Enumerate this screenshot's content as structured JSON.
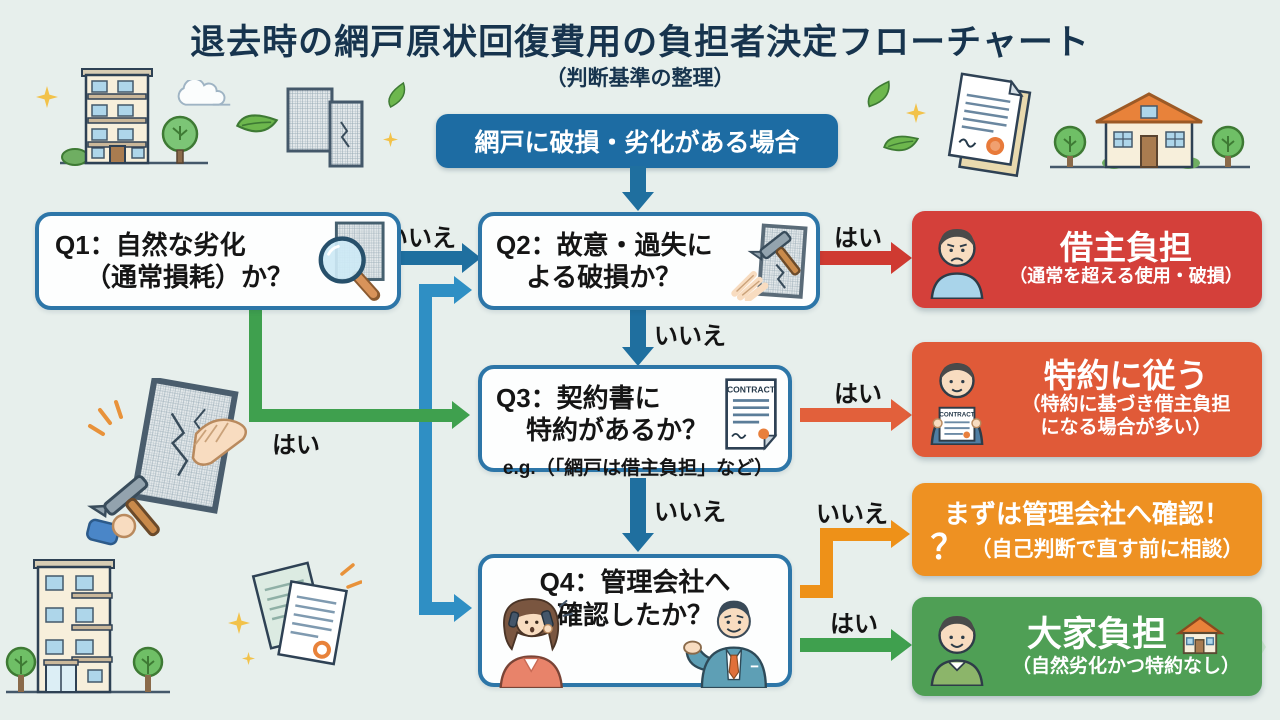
{
  "title": "退去時の網戸原状回復費用の負担者決定フローチャート",
  "subtitle": "（判断基準の整理）",
  "start": {
    "label": "網戸に破損・劣化がある場合"
  },
  "labels": {
    "yes": "はい",
    "no": "いいえ"
  },
  "contract_label": "CONTRACT",
  "questions": {
    "q1": {
      "line1": "Q1：自然な劣化",
      "line2": "（通常損耗）か？"
    },
    "q2": {
      "line1": "Q2：故意・過失に",
      "line2": "よる破損か？"
    },
    "q3": {
      "line1": "Q3：契約書に",
      "line2": "特約があるか？",
      "note": "e.g.（「網戸は借主負担」など）"
    },
    "q4": {
      "line1": "Q4：管理会社へ",
      "line2": "確認したか？"
    }
  },
  "results": {
    "tenant": {
      "title": "借主負担",
      "subtitle": "（通常を超える使用・破損）",
      "color": "#d4403a"
    },
    "clause": {
      "title": "特約に従う",
      "subtitle_line1": "（特約に基づき借主負担",
      "subtitle_line2": "になる場合が多い）",
      "color": "#e05a38"
    },
    "check": {
      "question_mark": "？",
      "line1": "まずは管理会社へ確認！",
      "line2": "（自己判断で直す前に相談）",
      "color": "#ee9122"
    },
    "landlord": {
      "title": "大家負担",
      "subtitle": "（自然劣化かつ特約なし）",
      "color": "#4f9f55"
    }
  },
  "flow_edges": [
    {
      "from": "網戸に破損・劣化がある場合",
      "to": "Q2",
      "label": ""
    },
    {
      "from": "Q1",
      "to": "Q2",
      "label": "いいえ"
    },
    {
      "from": "Q1",
      "to": "Q3",
      "label": "はい"
    },
    {
      "from": "Q1",
      "to": "Q4",
      "label": ""
    },
    {
      "from": "Q2",
      "to": "借主負担",
      "label": "はい"
    },
    {
      "from": "Q2",
      "to": "Q3",
      "label": "いいえ"
    },
    {
      "from": "Q3",
      "to": "特約に従う",
      "label": "はい"
    },
    {
      "from": "Q3",
      "to": "Q4",
      "label": "いいえ"
    },
    {
      "from": "Q4",
      "to": "まずは管理会社へ確認！",
      "label": "いいえ"
    },
    {
      "from": "Q4",
      "to": "大家負担",
      "label": "はい"
    }
  ],
  "colors": {
    "background": "#e7efec",
    "title_text": "#17344e",
    "start_box": "#1d6ca3",
    "question_border": "#2d76a8",
    "arrow_blue_dark": "#1f6f9f",
    "arrow_blue_light": "#2f8fc4",
    "arrow_green": "#3fa04e",
    "arrow_red": "#cf3a31",
    "arrow_orange_red": "#e2603b",
    "arrow_orange": "#ee9118"
  }
}
